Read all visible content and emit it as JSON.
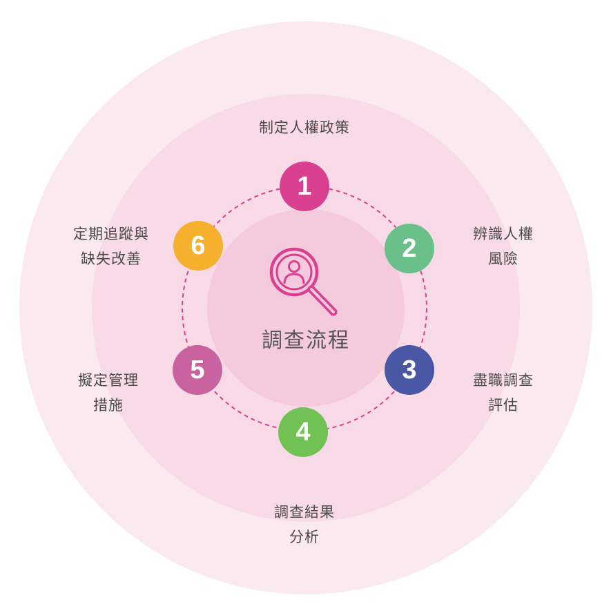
{
  "center": {
    "title": "調查流程",
    "icon": "person-search-icon"
  },
  "steps": [
    {
      "number": "1",
      "color": "#d9408f",
      "label_lines": [
        "制定人權政策"
      ]
    },
    {
      "number": "2",
      "color": "#69c08a",
      "label_lines": [
        "辨識人權",
        "風險"
      ]
    },
    {
      "number": "3",
      "color": "#4a57a4",
      "label_lines": [
        "盡職調查",
        "評估"
      ]
    },
    {
      "number": "4",
      "color": "#72c155",
      "label_lines": [
        "調查結果",
        "分析"
      ]
    },
    {
      "number": "5",
      "color": "#c9639f",
      "label_lines": [
        "擬定管理",
        "措施"
      ]
    },
    {
      "number": "6",
      "color": "#f5b02d",
      "label_lines": [
        "定期追蹤與",
        "缺失改善"
      ]
    }
  ],
  "colors": {
    "outer_ring": "#fbe9f0",
    "middle_ring": "#f8dbe7",
    "inner_ring": "#f5cadd",
    "accent": "#d9408f"
  }
}
